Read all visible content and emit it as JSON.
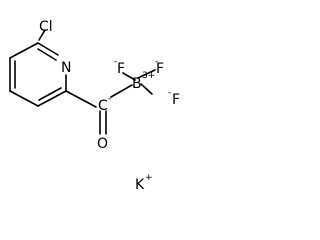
{
  "molecule": {
    "atoms": {
      "cl": "Cl",
      "n": "N",
      "o": "O",
      "c_carbonyl": "C",
      "c_carbonyl_charge": "-",
      "b": "B",
      "b_charge": "3+",
      "f_left": "F",
      "f_left_charge": "-",
      "f_top": "F",
      "f_top_charge": "-",
      "f_right": "F",
      "f_right_charge": "-"
    },
    "counterion": {
      "symbol": "K",
      "charge": "+"
    }
  },
  "colors": {
    "bond": "#000000",
    "text": "#000000",
    "background": "#ffffff"
  }
}
